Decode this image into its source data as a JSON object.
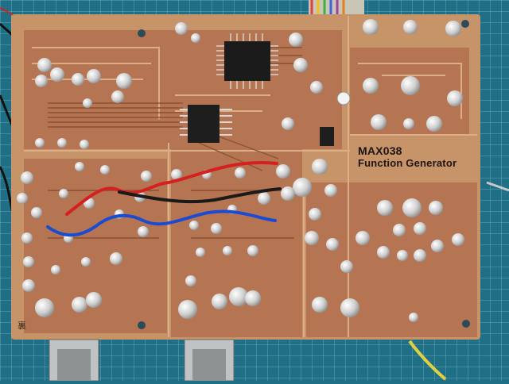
{
  "board": {
    "title_line1": "MAX038",
    "title_line2": "Function Generator",
    "corner_mark": "裏"
  },
  "colors": {
    "mat": "#1f6f86",
    "board": "#c79369",
    "copper": "#a86a49",
    "solder": "#d9d9d9",
    "wire_red": "#d62020",
    "wire_black": "#1a1a1a",
    "wire_blue": "#1b4bd1"
  }
}
